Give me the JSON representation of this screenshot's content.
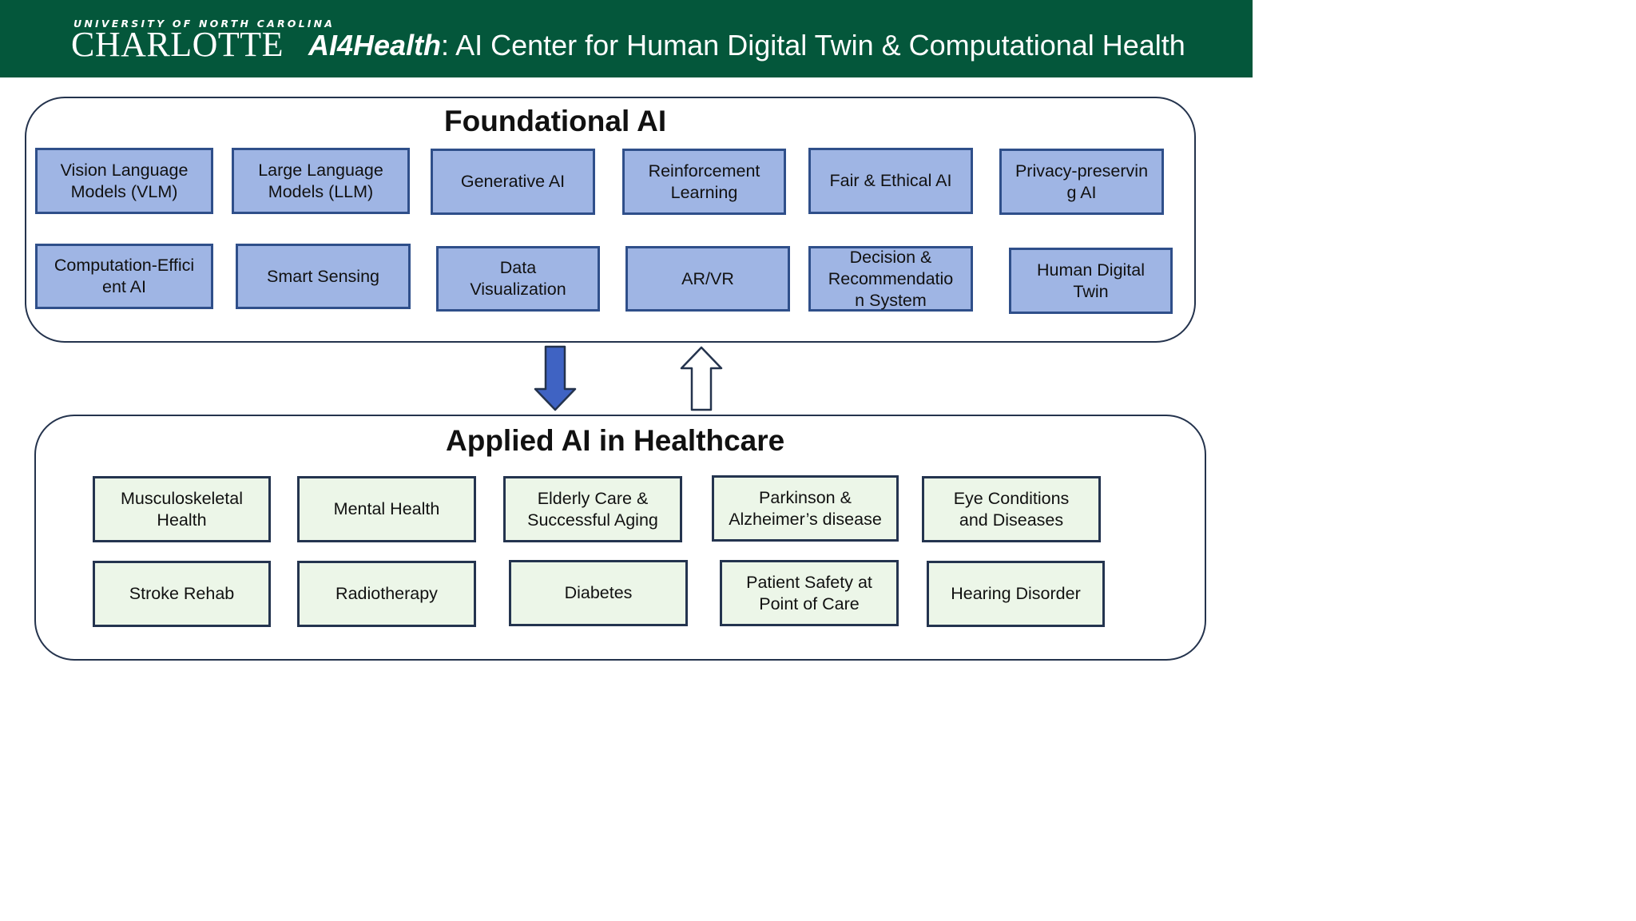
{
  "header": {
    "university_line": "UNIVERSITY OF NORTH CAROLINA",
    "university_name": "CHARLOTTE",
    "title_brand": "AI4Health",
    "title_rest": ": AI Center for Human  Digital Twin & Computational Health",
    "background_color": "#04573b"
  },
  "foundational": {
    "title": "Foundational AI",
    "box_color": "#9fb5e4",
    "row1": [
      "Vision Language\nModels (VLM)",
      "Large Language\nModels (LLM)",
      "Generative AI",
      "Reinforcement\nLearning",
      "Fair & Ethical AI",
      "Privacy-preservin\ng AI"
    ],
    "row2": [
      "Computation-Effici\nent AI",
      "Smart Sensing",
      "Data\nVisualization",
      "AR/VR",
      "Decision &\nRecommendatio\nn System",
      "Human Digital\nTwin"
    ]
  },
  "arrows": {
    "down_color": "#3f63c3",
    "up_color": "#ffffff"
  },
  "applied": {
    "title": "Applied AI in Healthcare",
    "box_color": "#ecf6e8",
    "row1": [
      "Musculoskeletal\nHealth",
      "Mental Health",
      "Elderly Care &\nSuccessful Aging",
      "Parkinson &\nAlzheimer’s disease",
      "Eye Conditions\nand Diseases"
    ],
    "row2": [
      "Stroke Rehab",
      "Radiotherapy",
      "Diabetes",
      "Patient Safety at\nPoint of Care",
      "Hearing Disorder"
    ]
  }
}
